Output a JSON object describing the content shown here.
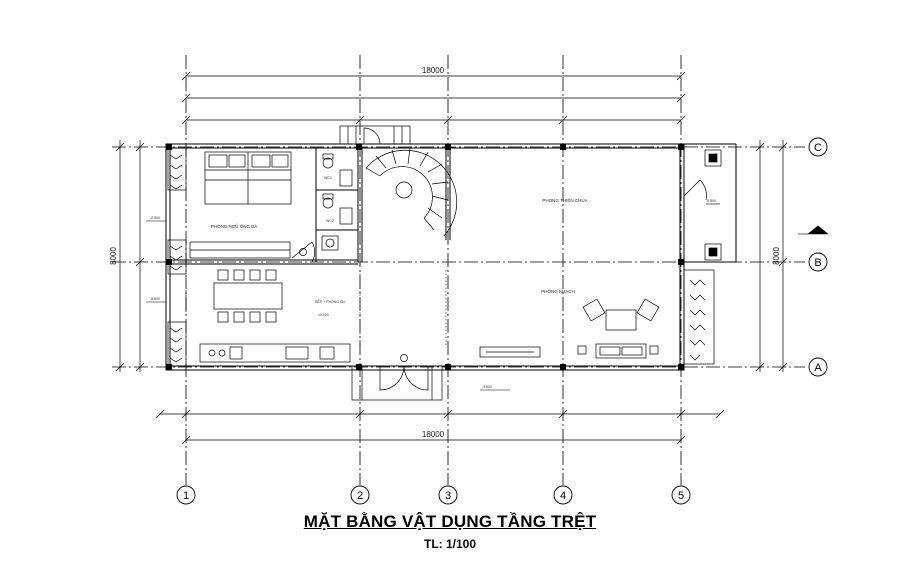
{
  "title": "MẶT BẰNG VẬT DỤNG TẦNG TRỆT",
  "scale": "TL: 1/100",
  "dimensions": {
    "top_total": "18000",
    "bottom_total": "18000",
    "left_total": "8000",
    "right_total": "8000"
  },
  "grid_axes": {
    "vertical": [
      "1",
      "2",
      "3",
      "4",
      "5"
    ],
    "horizontal": [
      "C",
      "B",
      "A"
    ]
  },
  "rooms": {
    "bedroom": "PHÒNG NGỦ ÔNG BÀ",
    "kitchen": "BẾP + PHÒNG ĂN",
    "altar": "PHÒNG THIÊN CHÚA",
    "living": "PHÒNG KHÁCH",
    "wc1": "WC1",
    "wc2": "WC2"
  },
  "levels": {
    "l1": "-0.800",
    "l2": "-0.600",
    "l3": "±0.000",
    "l4": "-0.600",
    "l5": "-0.800"
  },
  "colors": {
    "line": "#000000",
    "grid": "#000000"
  }
}
